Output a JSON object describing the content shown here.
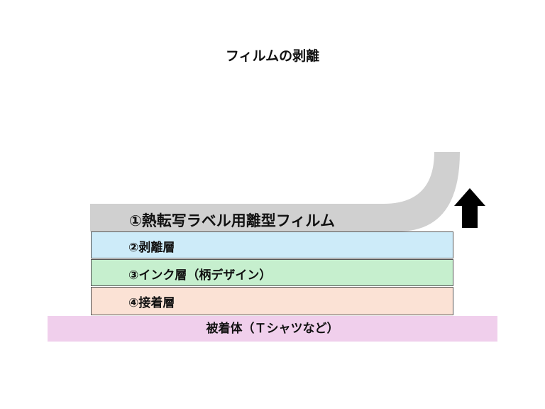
{
  "title": "フィルムの剥離",
  "film": {
    "label": "①熱転写ラベル用離型フィルム",
    "color": "#d0d0d0"
  },
  "layers": [
    {
      "label": "②剥離層",
      "color": "#cdebf9"
    },
    {
      "label": "③インク層（柄デザイン）",
      "color": "#c6efce"
    },
    {
      "label": "④接着層",
      "color": "#fbe2d5"
    }
  ],
  "substrate": {
    "label": "被着体（Ｔシャツなど）",
    "color": "#f0cfec"
  },
  "arrow": {
    "icon": "arrow-up-icon",
    "direction": "up"
  }
}
